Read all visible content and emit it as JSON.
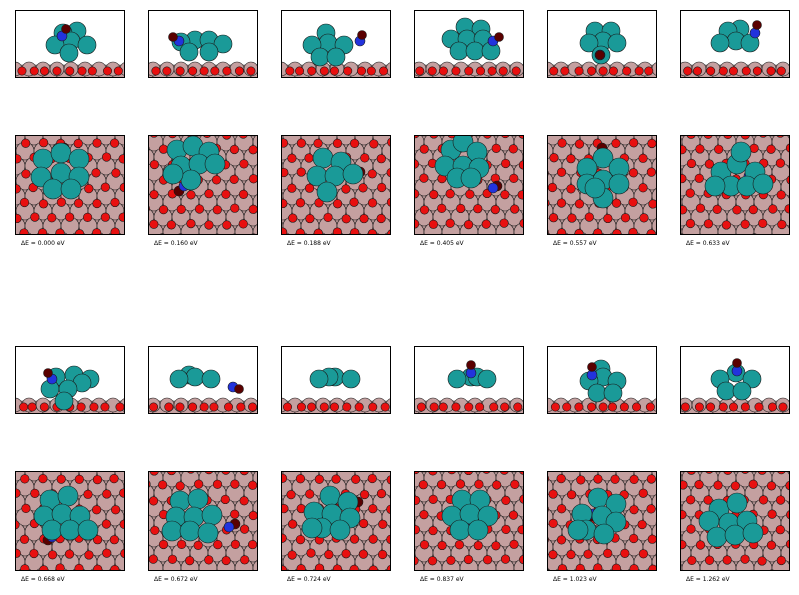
{
  "colors": {
    "surface_metal": "#c4a0a0",
    "surface_oxygen": "#e81010",
    "cluster_metal": "#1a9a98",
    "adsorbate_nitrogen": "#2233dd",
    "adsorbate_oxygen": "#5a0000",
    "outline": "#1a1a1a"
  },
  "energies": [
    "ΔE = 0.000 eV",
    "ΔE = 0.160 eV",
    "ΔE = 0.188 eV",
    "ΔE = 0.405 eV",
    "ΔE = 0.557 eV",
    "ΔE = 0.633 eV",
    "ΔE = 0.668 eV",
    "ΔE = 0.672 eV",
    "ΔE = 0.724 eV",
    "ΔE = 0.837 eV",
    "ΔE = 1.023 eV",
    "ΔE = 1.262 eV"
  ]
}
